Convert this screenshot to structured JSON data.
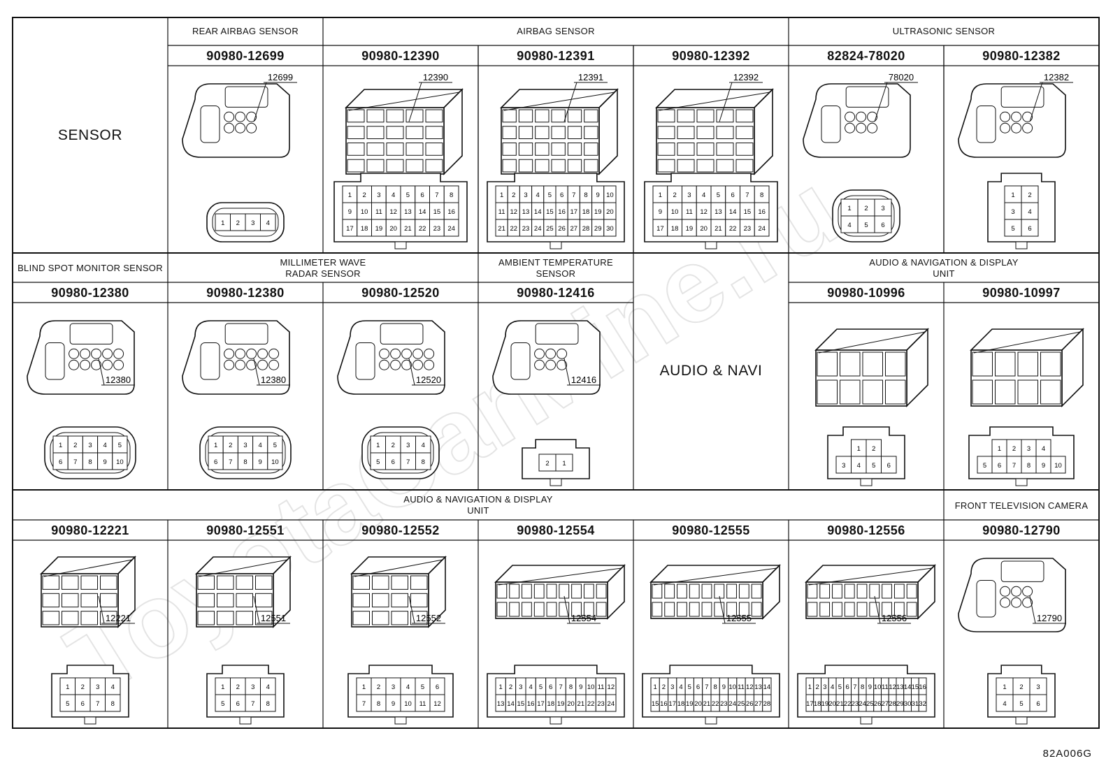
{
  "figure_code": "82A006G",
  "watermark": "ToyotaCarMine.ru",
  "rows": [
    {
      "side_label": "SENSOR",
      "groups": [
        {
          "label": "REAR AIRBAG SENSOR"
        },
        {
          "label": "AIRBAG SENSOR"
        },
        {
          "label": "ULTRASONIC SENSOR"
        }
      ],
      "cells": [
        {
          "part": "90980-12699",
          "callout": "12699",
          "pins": [
            [
              "1",
              "2",
              "3",
              "4"
            ]
          ]
        },
        {
          "part": "90980-12390",
          "callout": "12390",
          "pins": [
            [
              "1",
              "2",
              "3",
              "4",
              "5",
              "6",
              "7",
              "8"
            ],
            [
              "9",
              "10",
              "11",
              "12",
              "13",
              "14",
              "15",
              "16"
            ],
            [
              "17",
              "18",
              "19",
              "20",
              "21",
              "22",
              "23",
              "24"
            ]
          ]
        },
        {
          "part": "90980-12391",
          "callout": "12391",
          "pins": [
            [
              "1",
              "2",
              "3",
              "4",
              "5",
              "6",
              "7",
              "8",
              "9",
              "10"
            ],
            [
              "11",
              "12",
              "13",
              "14",
              "15",
              "16",
              "17",
              "18",
              "19",
              "20"
            ],
            [
              "21",
              "22",
              "23",
              "24",
              "25",
              "26",
              "27",
              "28",
              "29",
              "30"
            ]
          ]
        },
        {
          "part": "90980-12392",
          "callout": "12392",
          "pins": [
            [
              "1",
              "2",
              "3",
              "4",
              "5",
              "6",
              "7",
              "8"
            ],
            [
              "9",
              "10",
              "11",
              "12",
              "13",
              "14",
              "15",
              "16"
            ],
            [
              "17",
              "18",
              "19",
              "20",
              "21",
              "22",
              "23",
              "24"
            ]
          ]
        },
        {
          "part": "82824-78020",
          "callout": "78020",
          "pins": [
            [
              "1",
              "2",
              "3"
            ],
            [
              "4",
              "5",
              "6"
            ]
          ]
        },
        {
          "part": "90980-12382",
          "callout": "12382",
          "pins": [
            [
              "1",
              "2"
            ],
            [
              "3",
              "4"
            ],
            [
              "5",
              "6"
            ]
          ]
        }
      ]
    },
    {
      "groups": [
        {
          "label": "BLIND SPOT MONITOR SENSOR"
        },
        {
          "label": "MILLIMETER WAVE\nRADAR SENSOR"
        },
        {
          "label": "AMBIENT TEMPERATURE\nSENSOR"
        },
        {
          "label": "AUDIO & NAVIGATION & DISPLAY\nUNIT"
        }
      ],
      "center_label": "AUDIO & NAVI",
      "cells": [
        {
          "part": "90980-12380",
          "callout": "12380",
          "pins": [
            [
              "1",
              "2",
              "3",
              "4",
              "5"
            ],
            [
              "6",
              "7",
              "8",
              "9",
              "10"
            ]
          ]
        },
        {
          "part": "90980-12380",
          "callout": "12380",
          "pins": [
            [
              "1",
              "2",
              "3",
              "4",
              "5"
            ],
            [
              "6",
              "7",
              "8",
              "9",
              "10"
            ]
          ]
        },
        {
          "part": "90980-12520",
          "callout": "12520",
          "pins": [
            [
              "1",
              "2",
              "3",
              "4"
            ],
            [
              "5",
              "6",
              "7",
              "8"
            ]
          ]
        },
        {
          "part": "90980-12416",
          "callout": "12416",
          "pins": [
            [
              "2",
              "1"
            ]
          ]
        },
        {
          "part": "90980-10996",
          "callout": "",
          "pins": [
            [
              "1",
              "2"
            ],
            [
              "3",
              "4",
              "5",
              "6"
            ]
          ]
        },
        {
          "part": "90980-10997",
          "callout": "",
          "pins": [
            [
              "1",
              "2",
              "3",
              "4"
            ],
            [
              "5",
              "6",
              "7",
              "8",
              "9",
              "10"
            ]
          ]
        }
      ]
    },
    {
      "groups": [
        {
          "label": "AUDIO & NAVIGATION & DISPLAY\nUNIT"
        },
        {
          "label": "FRONT TELEVISION CAMERA"
        }
      ],
      "cells": [
        {
          "part": "90980-12221",
          "callout": "12221",
          "pins": [
            [
              "1",
              "2",
              "3",
              "4"
            ],
            [
              "5",
              "6",
              "7",
              "8"
            ]
          ]
        },
        {
          "part": "90980-12551",
          "callout": "12551",
          "pins": [
            [
              "1",
              "2",
              "3",
              "4"
            ],
            [
              "5",
              "6",
              "7",
              "8"
            ]
          ]
        },
        {
          "part": "90980-12552",
          "callout": "12552",
          "pins": [
            [
              "1",
              "2",
              "3",
              "4",
              "5",
              "6"
            ],
            [
              "7",
              "8",
              "9",
              "10",
              "11",
              "12"
            ]
          ]
        },
        {
          "part": "90980-12554",
          "callout": "12554",
          "pins": [
            [
              "1",
              "2",
              "3",
              "4",
              "5",
              "6",
              "7",
              "8",
              "9",
              "10",
              "11",
              "12"
            ],
            [
              "13",
              "14",
              "15",
              "16",
              "17",
              "18",
              "19",
              "20",
              "21",
              "22",
              "23",
              "24"
            ]
          ]
        },
        {
          "part": "90980-12555",
          "callout": "12555",
          "pins": [
            [
              "1",
              "2",
              "3",
              "4",
              "5",
              "6",
              "7",
              "8",
              "9",
              "10",
              "11",
              "12",
              "13",
              "14"
            ],
            [
              "15",
              "16",
              "17",
              "18",
              "19",
              "20",
              "21",
              "22",
              "23",
              "24",
              "25",
              "26",
              "27",
              "28"
            ]
          ]
        },
        {
          "part": "90980-12556",
          "callout": "12556",
          "pins": [
            [
              "1",
              "2",
              "3",
              "4",
              "5",
              "6",
              "7",
              "8",
              "9",
              "10",
              "11",
              "12",
              "13",
              "14",
              "15",
              "16"
            ],
            [
              "17",
              "18",
              "19",
              "20",
              "21",
              "22",
              "23",
              "24",
              "25",
              "26",
              "27",
              "28",
              "29",
              "30",
              "31",
              "32"
            ]
          ]
        },
        {
          "part": "90980-12790",
          "callout": "12790",
          "pins": [
            [
              "1",
              "2",
              "3"
            ],
            [
              "4",
              "5",
              "6"
            ]
          ]
        }
      ]
    }
  ]
}
